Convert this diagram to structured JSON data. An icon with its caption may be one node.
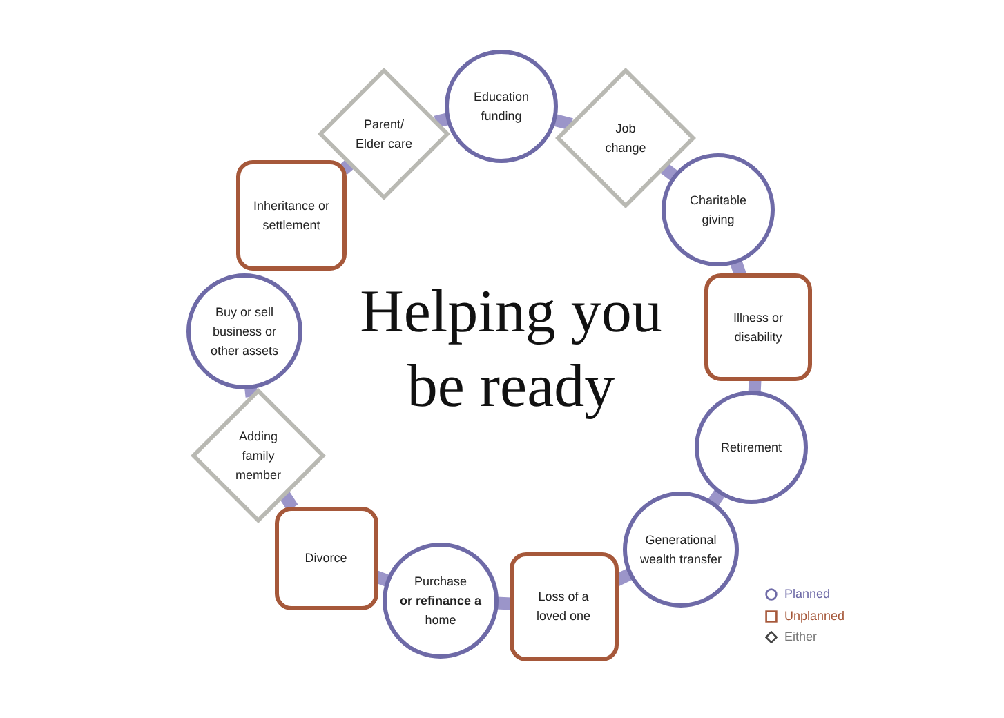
{
  "diagram": {
    "title": "Helping you be ready",
    "nodes": [
      {
        "text": [
          "Education funding"
        ]
      },
      {
        "text": [
          "Job change"
        ]
      },
      {
        "text": [
          "Charitable giving"
        ]
      },
      {
        "text": [
          "Illness or disability"
        ]
      },
      {
        "text": [
          "Retirement"
        ]
      },
      {
        "text": [
          "Generational wealth transfer"
        ]
      },
      {
        "text": [
          "Loss of a loved one"
        ]
      },
      {
        "text": [
          "Purchase **or refinance a** home"
        ]
      },
      {
        "text": [
          "Divorce"
        ]
      },
      {
        "text": [
          "Adding family member"
        ]
      },
      {
        "text": [
          "Buy or sell business or other assets"
        ]
      },
      {
        "text": [
          "Inheritance or settlement"
        ]
      },
      {
        "text": [
          "Parent/ Elder care"
        ]
      }
    ],
    "edges": [
      {
        "from": 0,
        "to": 1,
        "arrow": "none"
      },
      {
        "from": 1,
        "to": 2,
        "arrow": "none"
      },
      {
        "from": 2,
        "to": 3,
        "arrow": "none"
      },
      {
        "from": 3,
        "to": 4,
        "arrow": "none"
      },
      {
        "from": 4,
        "to": 5,
        "arrow": "none"
      },
      {
        "from": 5,
        "to": 6,
        "arrow": "none"
      },
      {
        "from": 6,
        "to": 7,
        "arrow": "none"
      },
      {
        "from": 7,
        "to": 8,
        "arrow": "none"
      },
      {
        "from": 8,
        "to": 9,
        "arrow": "none"
      },
      {
        "from": 9,
        "to": 10,
        "arrow": "none"
      },
      {
        "from": 11,
        "to": 12,
        "arrow": "none"
      },
      {
        "from": 12,
        "to": 0,
        "arrow": "none"
      }
    ],
    "legend": [
      {
        "text": "Planned"
      },
      {
        "text": "Unplanned"
      },
      {
        "text": "Either"
      }
    ]
  }
}
